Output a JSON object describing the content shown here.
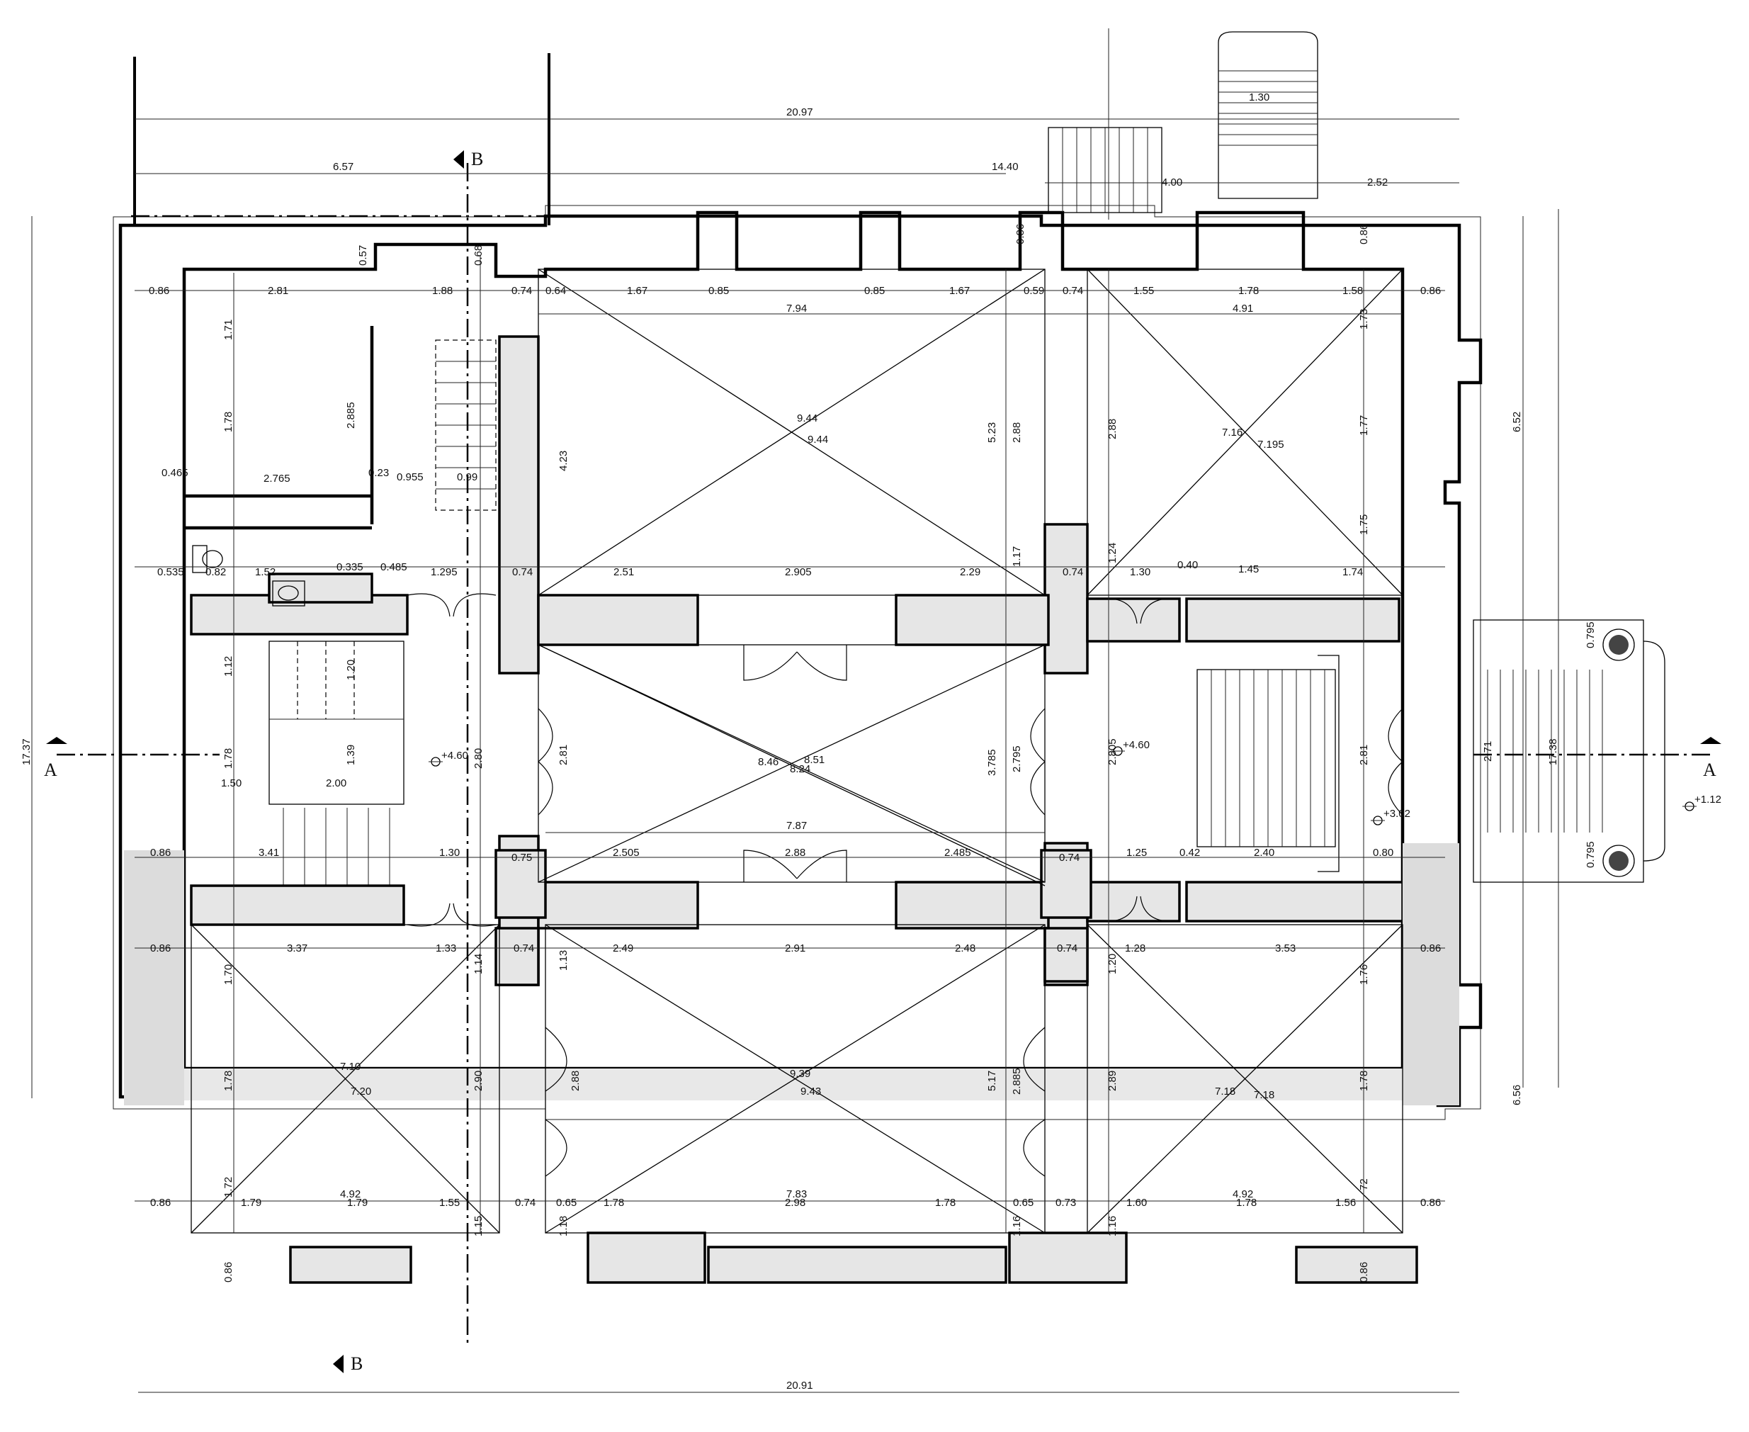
{
  "section_marks": {
    "a": "A",
    "b": "B"
  },
  "levels": {
    "l1": "+4.60",
    "l2": "+4.60",
    "l3": "+3.02",
    "l4": "+1.12"
  },
  "dims": {
    "d2097": "20.97",
    "d657": "6.57",
    "d1440": "14.40",
    "d252": "2.52",
    "d400": "4.00",
    "d130": "1.30",
    "d2091": "20.91",
    "d1737": "17.37",
    "d1738": "17.38",
    "d652": "6.52",
    "d656": "6.56",
    "d271": "2.71",
    "r1_086a": "0.86",
    "r1_281": "2.81",
    "r1_188": "1.88",
    "r1_074": "0.74",
    "r1_064": "0.64",
    "r1_167a": "1.67",
    "r1_085a": "0.85",
    "r1_085b": "0.85",
    "r1_167b": "1.67",
    "r1_059": "0.59",
    "r1_074b": "0.74",
    "r1_155": "1.55",
    "r1_178": "1.78",
    "r1_158": "1.58",
    "r1_086b": "0.86",
    "r1_794": "7.94",
    "r1_491": "4.91",
    "d_944a": "9.44",
    "d_944b": "9.44",
    "d_716": "7.16",
    "d_7195": "7.195",
    "d_846": "8.46",
    "d_851": "8.51",
    "d_824": "8.24",
    "d_710": "7.10",
    "d_720": "7.20",
    "d_939": "9.39",
    "d_943": "9.43",
    "d_718a": "7.18",
    "d_718b": "7.18",
    "r2_0535": "0.535",
    "r2_082": "0.82",
    "r2_152": "1.52",
    "r2_0335": "0.335",
    "r2_0485": "0.485",
    "r2_1295": "1.295",
    "r2_074": "0.74",
    "r2_251": "2.51",
    "r2_2905": "2.905",
    "r2_229": "2.29",
    "r2_074b": "0.74",
    "r2_130": "1.30",
    "r2_040": "0.40",
    "r2_145": "1.45",
    "r2_174": "1.74",
    "r2_0465": "0.465",
    "r2_2765": "2.765",
    "r2_0955": "0.955",
    "r2_099": "0.99",
    "r2_023": "0.23",
    "r3_150": "1.50",
    "r3_200": "2.00",
    "r3_787": "7.87",
    "r4_086": "0.86",
    "r4_341": "3.41",
    "r4_130": "1.30",
    "r4_075": "0.75",
    "r4_2505": "2.505",
    "r4_288": "2.88",
    "r4_2485": "2.485",
    "r4_074": "0.74",
    "r4_125": "1.25",
    "r4_042": "0.42",
    "r4_240": "2.40",
    "r4_080": "0.80",
    "r5_086a": "0.86",
    "r5_337": "3.37",
    "r5_133": "1.33",
    "r5_074": "0.74",
    "r5_249": "2.49",
    "r5_291": "2.91",
    "r5_248": "2.48",
    "r5_074b": "0.74",
    "r5_128": "1.28",
    "r5_353": "3.53",
    "r5_086b": "0.86",
    "r6_086a": "0.86",
    "r6_179a": "1.79",
    "r6_179b": "1.79",
    "r6_155": "1.55",
    "r6_074": "0.74",
    "r6_065": "0.65",
    "r6_178a": "1.78",
    "r6_298": "2.98",
    "r6_178b": "1.78",
    "r6_065b": "0.65",
    "r6_073": "0.73",
    "r6_160": "1.60",
    "r6_178c": "1.78",
    "r6_156": "1.56",
    "r6_086b": "0.86",
    "r6_492a": "4.92",
    "r6_783": "7.83",
    "r6_492b": "4.92",
    "v_171": "1.71",
    "v_178a": "1.78",
    "v_2885": "2.885",
    "v_523": "5.23",
    "v_288a": "2.88",
    "v_288b": "2.88",
    "v_173": "1.73",
    "v_177": "1.77",
    "v_175": "1.75",
    "v_423": "4.23",
    "v_112": "1.12",
    "v_178b": "1.78",
    "v_280": "2.80",
    "v_281a": "2.81",
    "v_3785": "3.785",
    "v_2795": "2.795",
    "v_2805": "2.805",
    "v_281b": "2.81",
    "v_139": "1.39",
    "v_120": "1.20",
    "v_170": "1.70",
    "v_178c": "1.78",
    "v_290": "2.90",
    "v_288c": "2.88",
    "v_517": "5.17",
    "v_2885b": "2.885",
    "v_289": "2.89",
    "v_176": "1.76",
    "v_178d": "1.78",
    "v_086a": "0.86",
    "v_086b": "0.86",
    "v_086c": "0.86",
    "v_086d": "0.86",
    "v_0795a": "0.795",
    "v_0795b": "0.795",
    "v_115": "1.15",
    "v_116": "1.16",
    "v_118": "1.18",
    "v_116b": "1.16",
    "v_072a": "1.72",
    "v_072b": "72",
    "v_068": "0.68",
    "v_057": "0.57",
    "v_113": "1.13",
    "v_114": "1.14",
    "v_117": "1.17",
    "v_120b": "1.20",
    "v_124": "1.24"
  }
}
